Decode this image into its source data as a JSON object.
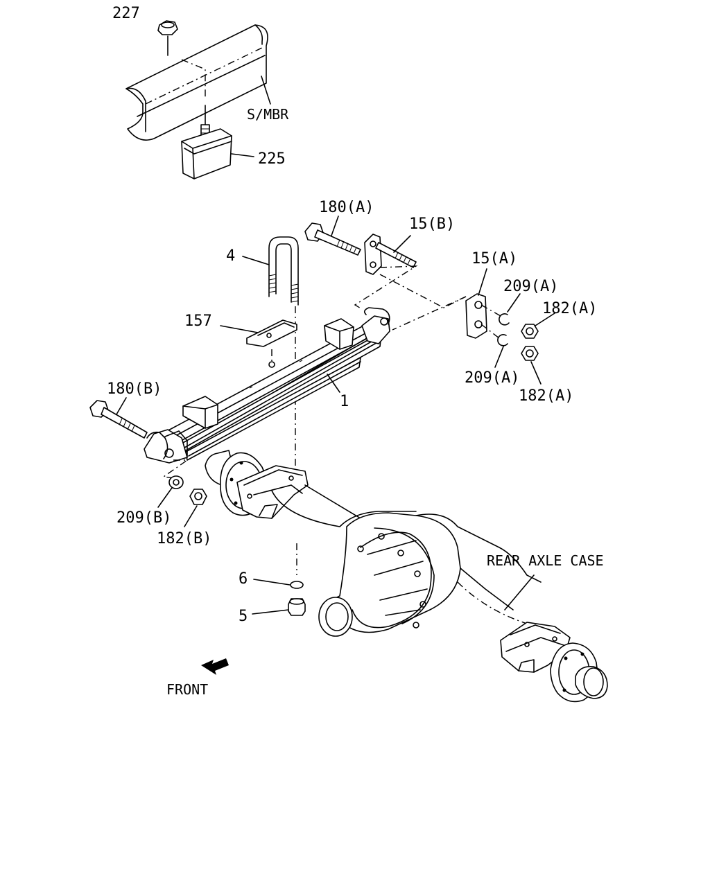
{
  "labels": {
    "p227": "227",
    "smbr": "S/MBR",
    "p225": "225",
    "p180a": "180(A)",
    "p15b": "15(B)",
    "p4": "4",
    "p15a": "15(A)",
    "p209a_top": "209(A)",
    "p182a_top": "182(A)",
    "p157": "157",
    "p209a_bot": "209(A)",
    "p182a_bot": "182(A)",
    "p1": "1",
    "p180b": "180(B)",
    "p209b": "209(B)",
    "p182b": "182(B)",
    "p6": "6",
    "p5": "5",
    "rear_axle": "REAR AXLE CASE",
    "front": "FRONT"
  },
  "icons": {
    "front_arrow": "arrow-front-icon"
  }
}
